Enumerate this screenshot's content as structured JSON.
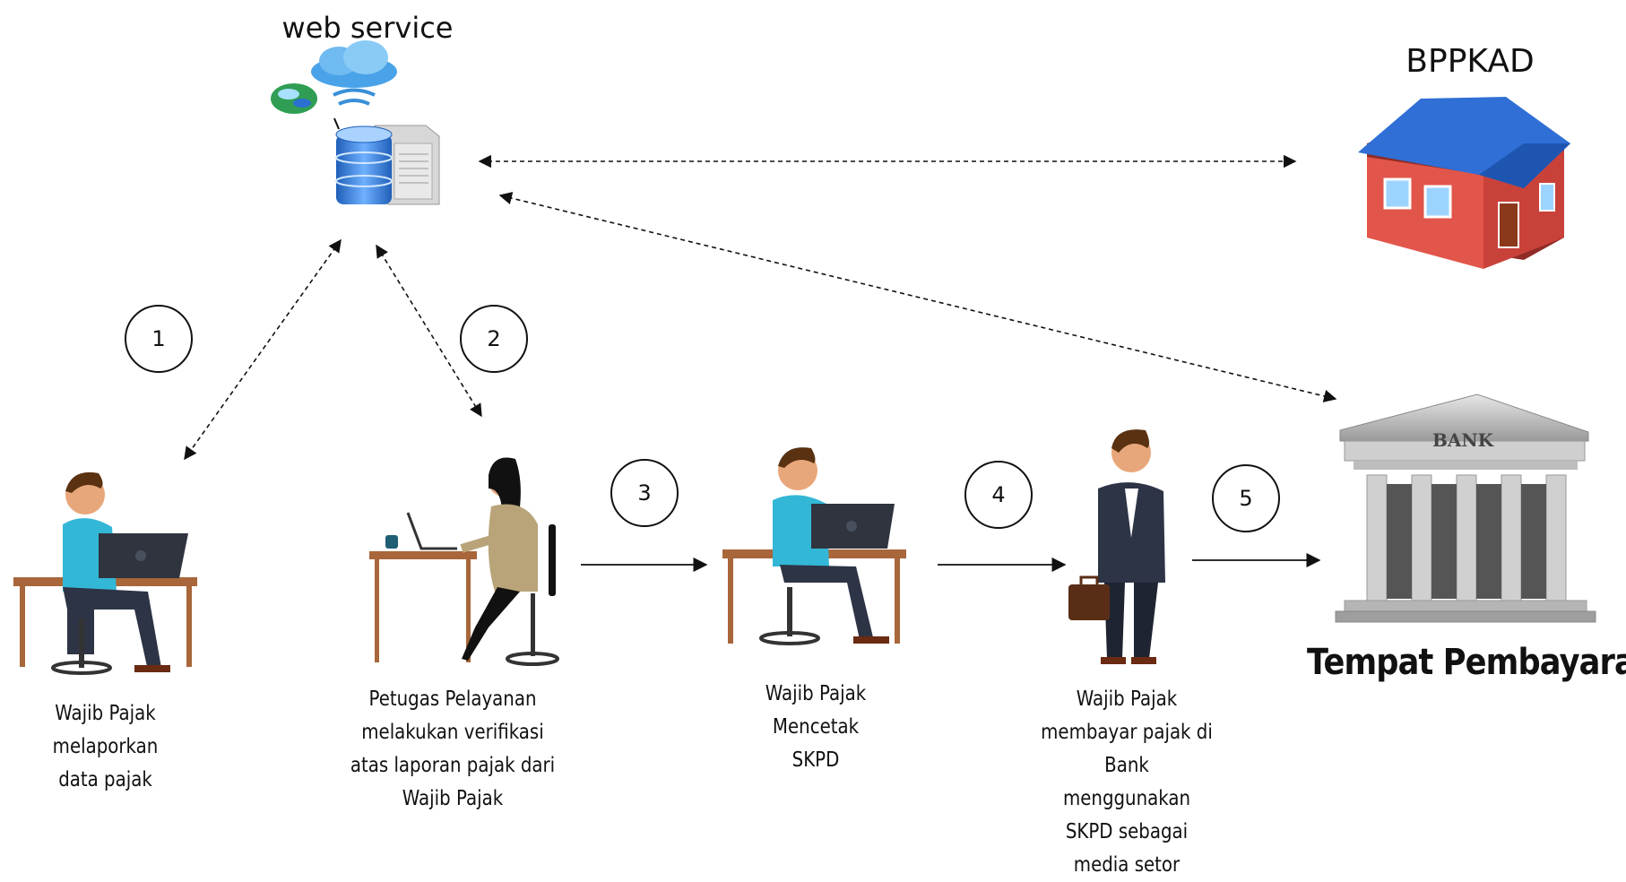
{
  "nodes": {
    "web_service": "web service",
    "bppkad": "BPPKAD",
    "payment_place": "Tempat Pembayaran",
    "bank_sign": "BANK"
  },
  "steps": [
    {
      "number": "1",
      "caption": "Wajib Pajak\nmelaporkan\ndata pajak"
    },
    {
      "number": "2",
      "caption": "Petugas Pelayanan\nmelakukan verifikasi\natas laporan pajak dari\nWajib Pajak"
    },
    {
      "number": "3",
      "caption": "Wajib Pajak\nMencetak\nSKPD"
    },
    {
      "number": "4",
      "caption": "Wajib Pajak\nmembayar pajak di\nBank menggunakan\nSKPD sebagai\nmedia setor"
    },
    {
      "number": "5",
      "caption": ""
    }
  ],
  "icons": {
    "server": "server-icon",
    "cloud": "cloud-icon",
    "globe": "globe-icon",
    "office": "office-building-icon",
    "bank": "bank-building-icon",
    "taxpayer": "person-at-laptop-icon",
    "officer": "officer-at-laptop-icon",
    "businessman": "businessman-with-briefcase-icon"
  },
  "colors": {
    "roof": "#2f6fd6",
    "wall": "#e2554a",
    "shirt": "#33b7d6",
    "bank_stone": "#b9b9b9",
    "officer_suit": "#b8a478",
    "suit": "#2d3446"
  }
}
